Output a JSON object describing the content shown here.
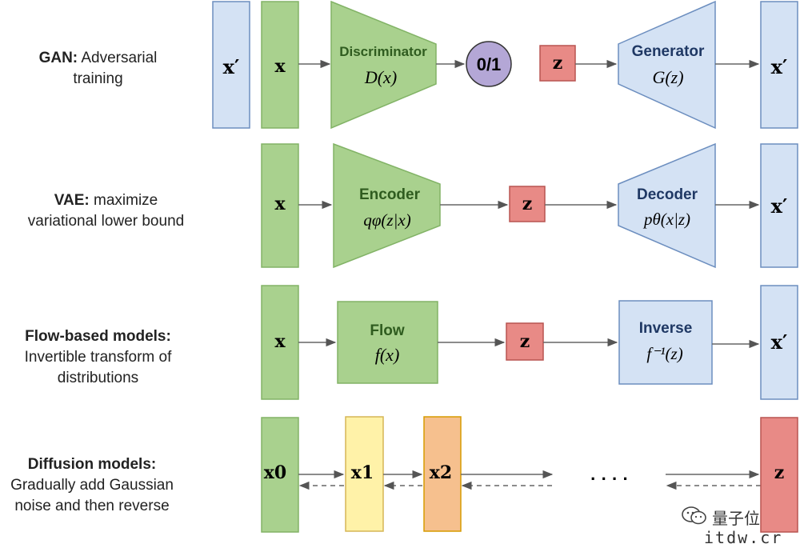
{
  "rows": [
    {
      "id": "gan",
      "bold": "GAN:",
      "rest": " Adversarial",
      "line2": "training",
      "line3": ""
    },
    {
      "id": "vae",
      "bold": "VAE:",
      "rest": " maximize",
      "line2": "variational lower bound",
      "line3": ""
    },
    {
      "id": "flow",
      "bold": "Flow-based models:",
      "rest": "",
      "line2": "Invertible transform of",
      "line3": "distributions"
    },
    {
      "id": "diff",
      "bold": "Diffusion models:",
      "rest": "",
      "line2": "Gradually add Gaussian",
      "line3": "noise and then reverse"
    }
  ],
  "gan": {
    "x_prime": "x′",
    "x": "x",
    "disc_title": "Discriminator",
    "disc_math": "D(x)",
    "out": "0/1",
    "z": "z",
    "gen_title": "Generator",
    "gen_math": "G(z)",
    "out_x": "x′"
  },
  "vae": {
    "x": "x",
    "enc_title": "Encoder",
    "enc_math": "qφ(z|x)",
    "z": "z",
    "dec_title": "Decoder",
    "dec_math": "pθ(x|z)",
    "out_x": "x′"
  },
  "flow": {
    "x": "x",
    "flow_title": "Flow",
    "flow_math": "f(x)",
    "z": "z",
    "inv_title": "Inverse",
    "inv_math": "f⁻¹(z)",
    "out_x": "x′"
  },
  "diff": {
    "x0": "x0",
    "x1": "x1",
    "x2": "x2",
    "dots": "· · · ·",
    "z": "z"
  },
  "watermark": {
    "name": "量子位",
    "site": "itdw.cr"
  },
  "colors": {
    "blue_fill": "#d4e2f4",
    "blue_stroke": "#6c8ebf",
    "green_fill": "#a9d18e",
    "green_stroke": "#82b366",
    "red_fill": "#e88a86",
    "red_stroke": "#b85450",
    "purple_fill": "#b4a7d6",
    "yellow_fill": "#fff2a8",
    "orange_fill": "#f6c08e"
  }
}
